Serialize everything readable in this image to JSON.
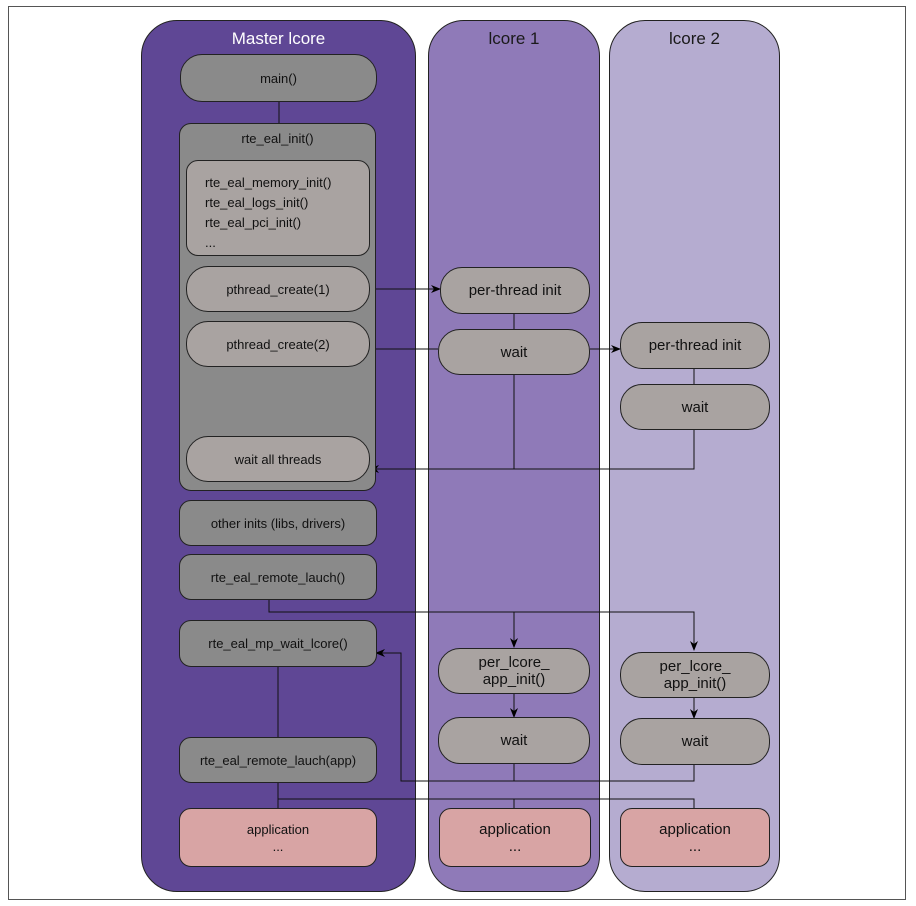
{
  "lanes": {
    "master": "Master lcore",
    "lcore1": "lcore 1",
    "lcore2": "lcore 2"
  },
  "master": {
    "main": "main()",
    "eal_init": "rte_eal_init()",
    "mem_init": "rte_eal_memory_init()\nrte_eal_logs_init()\nrte_eal_pci_init()\n...",
    "pthread1": "pthread_create(1)",
    "pthread2": "pthread_create(2)",
    "wait_all": "wait all threads",
    "other_inits": "other inits (libs, drivers)",
    "remote_launch": "rte_eal_remote_lauch()",
    "mp_wait": "rte_eal_mp_wait_lcore()",
    "remote_launch_app": "rte_eal_remote_lauch(app)",
    "application": "application\n..."
  },
  "lcore1": {
    "per_thread_init": "per-thread init",
    "wait1": "wait",
    "app_init": "per_lcore_\napp_init()",
    "wait2": "wait",
    "application": "application\n..."
  },
  "lcore2": {
    "per_thread_init": "per-thread init",
    "wait1": "wait",
    "app_init": "per_lcore_\napp_init()",
    "wait2": "wait",
    "application": "application\n..."
  },
  "colors": {
    "master_lane": "#5f4795",
    "lcore1_lane": "#8f7ab8",
    "lcore2_lane": "#b5acd0",
    "application": "#d8a4a4"
  }
}
